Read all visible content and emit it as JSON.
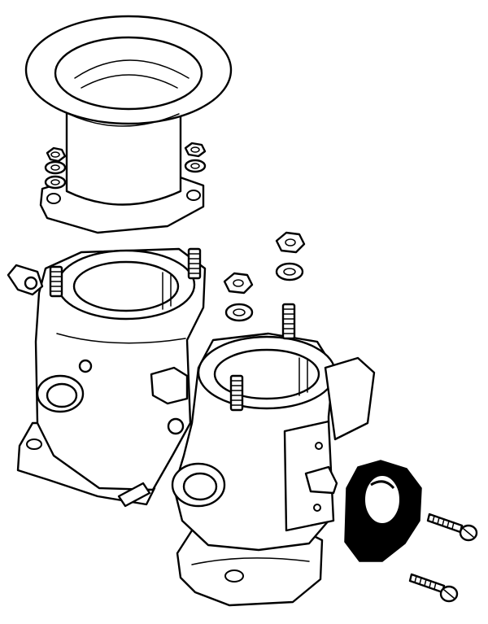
{
  "diagram": {
    "kind": "exploded-view-line-art",
    "ink_color": "#000000",
    "paper_color": "#ffffff",
    "parts": [
      "air-trumpet",
      "trumpet-nuts",
      "trumpet-washers",
      "carburettor-body-left",
      "carburettor-body-right",
      "mounting-studs",
      "body-nuts",
      "body-washers",
      "throttle-lever-block",
      "retaining-screws"
    ]
  }
}
